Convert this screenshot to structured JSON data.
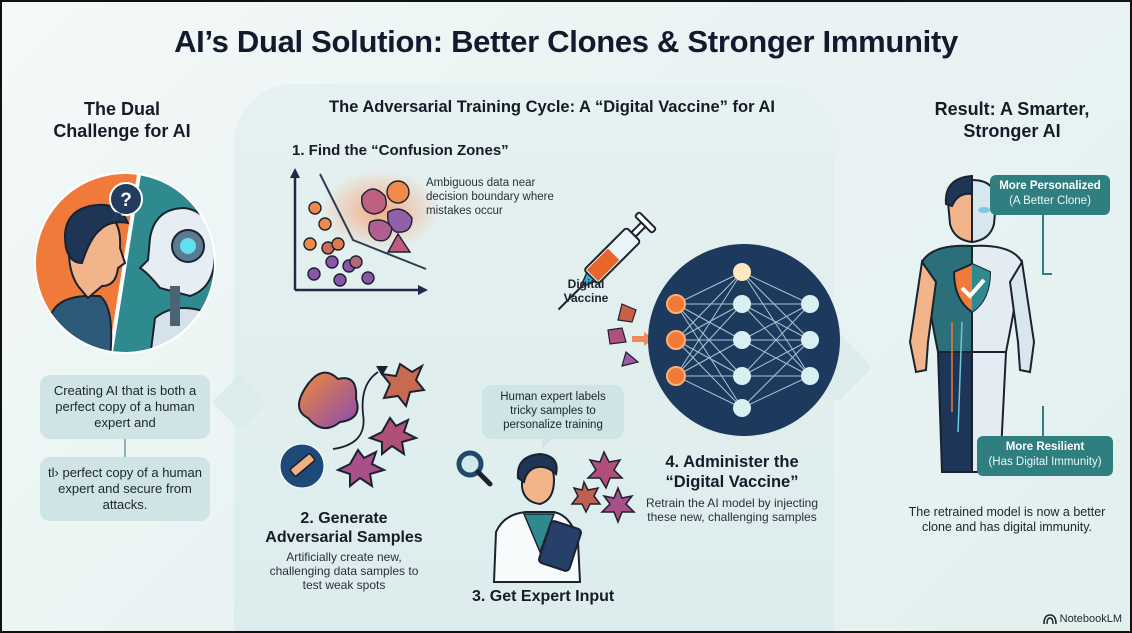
{
  "title": "AI’s Dual Solution: Better Clones & Stronger Immunity",
  "left": {
    "heading_line1": "The Dual",
    "heading_line2": "Challenge for AI",
    "question_mark": "?",
    "bubble_1": "Creating AI that is both a perfect copy of a human expert and",
    "bubble_2": "tl› perfect copy of a human expert and secure from attacks."
  },
  "center": {
    "heading": "The Adversarial Training Cycle: A “Digital Vaccine” for AI",
    "steps": [
      {
        "title": "1. Find the “Confusion Zones”",
        "description": "Ambiguous data near decision boundary where mistakes occur"
      },
      {
        "title_line1": "2. Generate",
        "title_line2": "Adversarial Samples",
        "description": "Artificially create new, challenging data samples to test weak spots"
      },
      {
        "title": "3. Get Expert Input",
        "description": "Human expert labels tricky samples to personalize training"
      },
      {
        "title_line1": "4. Administer the",
        "title_line2": "“Digital Vaccine”",
        "description": "Retrain the AI model by injecting these new, challenging samples"
      }
    ],
    "syringe_label_line1": "Digital",
    "syringe_label_line2": "Vaccine"
  },
  "right": {
    "heading_line1": "Result: A Smarter,",
    "heading_line2": "Stronger AI",
    "callout_1_title": "More Personalized",
    "callout_1_sub": "(A Better Clone)",
    "callout_2_title": "More Resilient",
    "callout_2_sub": "(Has Digital Immunity)",
    "description": "The retrained model is now a better clone and has digital immunity."
  },
  "brand": {
    "icon": "notebooklm-logo-icon",
    "label": "NotebookLM"
  },
  "colors": {
    "accent_teal": "#2f7f80",
    "orange": "#f07a3a",
    "purple": "#7b4aa0",
    "navy": "#1d3557",
    "bubble_bg": "#cfe4e4"
  }
}
